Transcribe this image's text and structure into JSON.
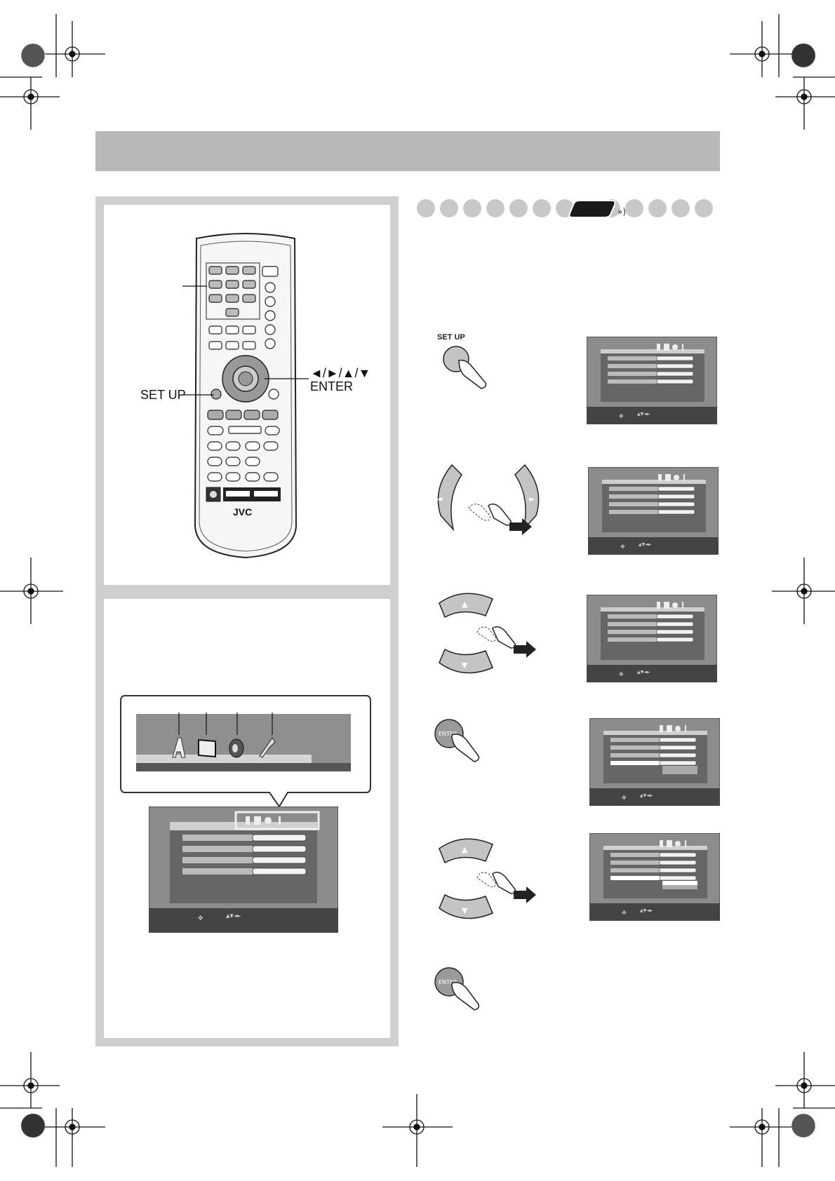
{
  "page": {
    "header_band_color": "#b8b8b8",
    "panel_border_color": "#cfcfcf"
  },
  "remote": {
    "brand": "JVC",
    "setup_label": "SET UP",
    "arrows_label": "◄/►/▲/▼",
    "enter_label": "ENTER"
  },
  "steps": {
    "setup_button_label": "SET UP",
    "enter_button_label": "ENTER"
  },
  "icons": [
    {
      "name": "language-icon"
    },
    {
      "name": "picture-icon"
    },
    {
      "name": "audio-icon"
    },
    {
      "name": "others-icon"
    }
  ],
  "remote_control_tab": {
    "color": "#1a1a1a"
  }
}
